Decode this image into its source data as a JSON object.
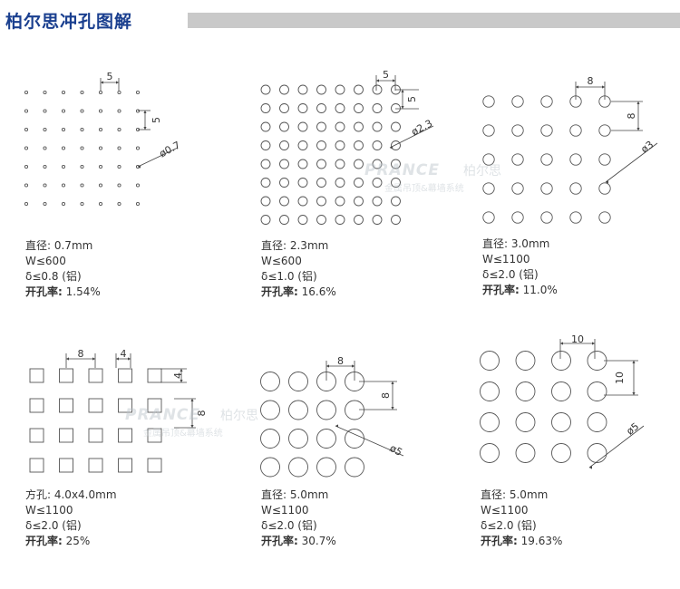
{
  "header": {
    "title": "柏尔思冲孔图解"
  },
  "watermark": {
    "brand": "PRANCE",
    "cn_brand": "柏尔思",
    "slogan": "金属吊顶&幕墙系统"
  },
  "panels": [
    {
      "dims": [
        "5",
        "5"
      ],
      "diameter": "ø0.7",
      "spec": {
        "shape_line": "直径: 0.7mm",
        "w_line": "W≤600",
        "delta_line": "δ≤0.8 (铝)",
        "rate_label": "开孔率:",
        "rate_value": "1.54%"
      }
    },
    {
      "dims": [
        "5",
        "5"
      ],
      "diameter": "ø2.3",
      "spec": {
        "shape_line": "直径: 2.3mm",
        "w_line": "W≤600",
        "delta_line": "δ≤1.0 (铝)",
        "rate_label": "开孔率:",
        "rate_value": "16.6%"
      }
    },
    {
      "dims": [
        "8",
        "8"
      ],
      "diameter": "ø3",
      "spec": {
        "shape_line": "直径: 3.0mm",
        "w_line": "W≤1100",
        "delta_line": "δ≤2.0 (铝)",
        "rate_label": "开孔率:",
        "rate_value": "11.0%"
      }
    },
    {
      "dims": [
        "8",
        "4",
        "4",
        "8"
      ],
      "diameter": "",
      "spec": {
        "shape_line": "方孔: 4.0x4.0mm",
        "w_line": "W≤1100",
        "delta_line": "δ≤2.0 (铝)",
        "rate_label": "开孔率:",
        "rate_value": "25%"
      }
    },
    {
      "dims": [
        "8",
        "8"
      ],
      "diameter": "ø5",
      "spec": {
        "shape_line": "直径: 5.0mm",
        "w_line": "W≤1100",
        "delta_line": "δ≤2.0 (铝)",
        "rate_label": "开孔率:",
        "rate_value": "30.7%"
      }
    },
    {
      "dims": [
        "10",
        "10"
      ],
      "diameter": "ø5",
      "spec": {
        "shape_line": "直径: 5.0mm",
        "w_line": "W≤1100",
        "delta_line": "δ≤2.0 (铝)",
        "rate_label": "开孔率:",
        "rate_value": "19.63%"
      }
    }
  ]
}
